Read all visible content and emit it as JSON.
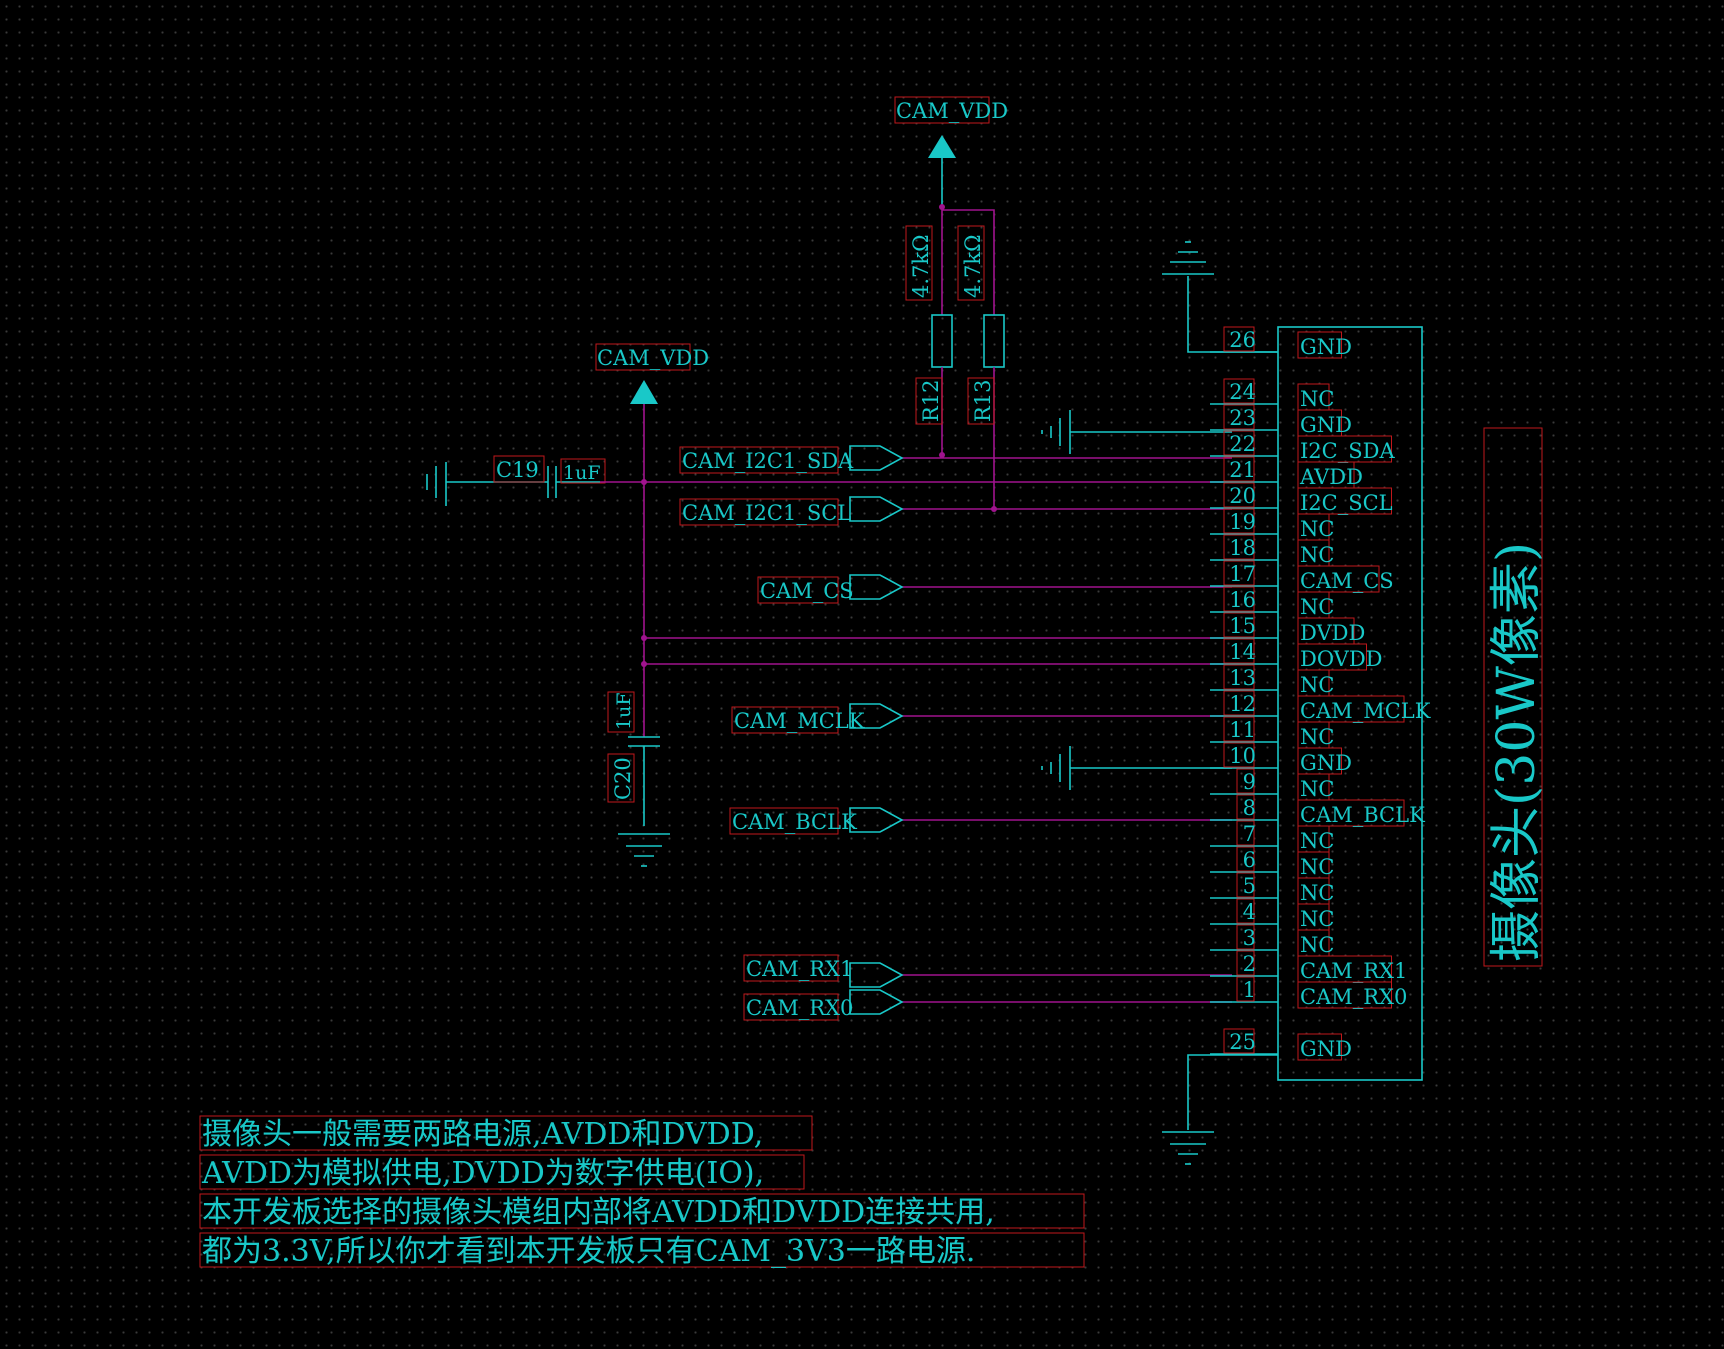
{
  "net_labels": {
    "cam_vdd_top": "CAM_VDD",
    "cam_vdd_left": "CAM_VDD",
    "i2c_sda": "CAM_I2C1_SDA",
    "i2c_scl": "CAM_I2C1_SCL",
    "cs": "CAM_CS",
    "mclk": "CAM_MCLK",
    "bclk": "CAM_BCLK",
    "rx1": "CAM_RX1",
    "rx0": "CAM_RX0"
  },
  "components": {
    "r12": {
      "ref": "R12",
      "value": "4.7kΩ"
    },
    "r13": {
      "ref": "R13",
      "value": "4.7kΩ"
    },
    "c19": {
      "ref": "C19",
      "value": "1uF"
    },
    "c20": {
      "ref": "C20",
      "value": "1uF"
    }
  },
  "connector": {
    "title": "摄像头(30W像素)",
    "pins": [
      {
        "num": "26",
        "name": "GND"
      },
      {
        "num": "24",
        "name": "NC"
      },
      {
        "num": "23",
        "name": "GND"
      },
      {
        "num": "22",
        "name": "I2C_SDA"
      },
      {
        "num": "21",
        "name": "AVDD"
      },
      {
        "num": "20",
        "name": "I2C_SCL"
      },
      {
        "num": "19",
        "name": "NC"
      },
      {
        "num": "18",
        "name": "NC"
      },
      {
        "num": "17",
        "name": "CAM_CS"
      },
      {
        "num": "16",
        "name": "NC"
      },
      {
        "num": "15",
        "name": "DVDD"
      },
      {
        "num": "14",
        "name": "DOVDD"
      },
      {
        "num": "13",
        "name": "NC"
      },
      {
        "num": "12",
        "name": "CAM_MCLK"
      },
      {
        "num": "11",
        "name": "NC"
      },
      {
        "num": "10",
        "name": "GND"
      },
      {
        "num": "9",
        "name": "NC"
      },
      {
        "num": "8",
        "name": "CAM_BCLK"
      },
      {
        "num": "7",
        "name": "NC"
      },
      {
        "num": "6",
        "name": "NC"
      },
      {
        "num": "5",
        "name": "NC"
      },
      {
        "num": "4",
        "name": "NC"
      },
      {
        "num": "3",
        "name": "NC"
      },
      {
        "num": "2",
        "name": "CAM_RX1"
      },
      {
        "num": "1",
        "name": "CAM_RX0"
      },
      {
        "num": "25",
        "name": "GND"
      }
    ]
  },
  "note": {
    "line1": "摄像头一般需要两路电源,AVDD和DVDD,",
    "line2": "AVDD为模拟供电,DVDD为数字供电(IO),",
    "line3": "本开发板选择的摄像头模组内部将AVDD和DVDD连接共用,",
    "line4": "都为3.3V,所以你才看到本开发板只有CAM_3V3一路电源."
  },
  "colors": {
    "background": "#000000",
    "symbol": "#19c8c8",
    "wire": "#a0138e",
    "text_box": "#c0181b"
  }
}
